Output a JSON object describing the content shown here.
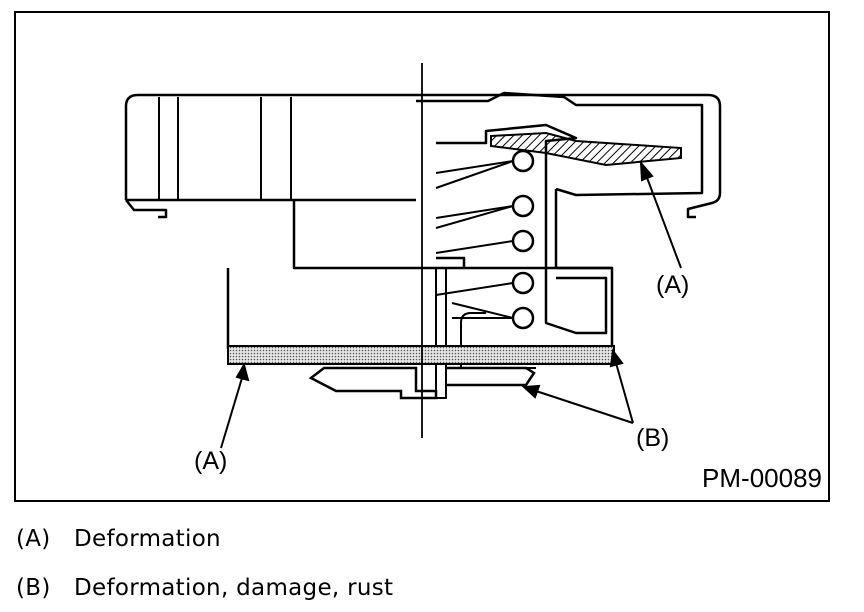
{
  "figure": {
    "callouts": {
      "a_top": "(A)",
      "a_bottom": "(A)",
      "b": "(B)"
    },
    "code": "PM-00089"
  },
  "legend": [
    {
      "key": "(A)",
      "text": "Deformation"
    },
    {
      "key": "(B)",
      "text": "Deformation, damage, rust"
    }
  ]
}
